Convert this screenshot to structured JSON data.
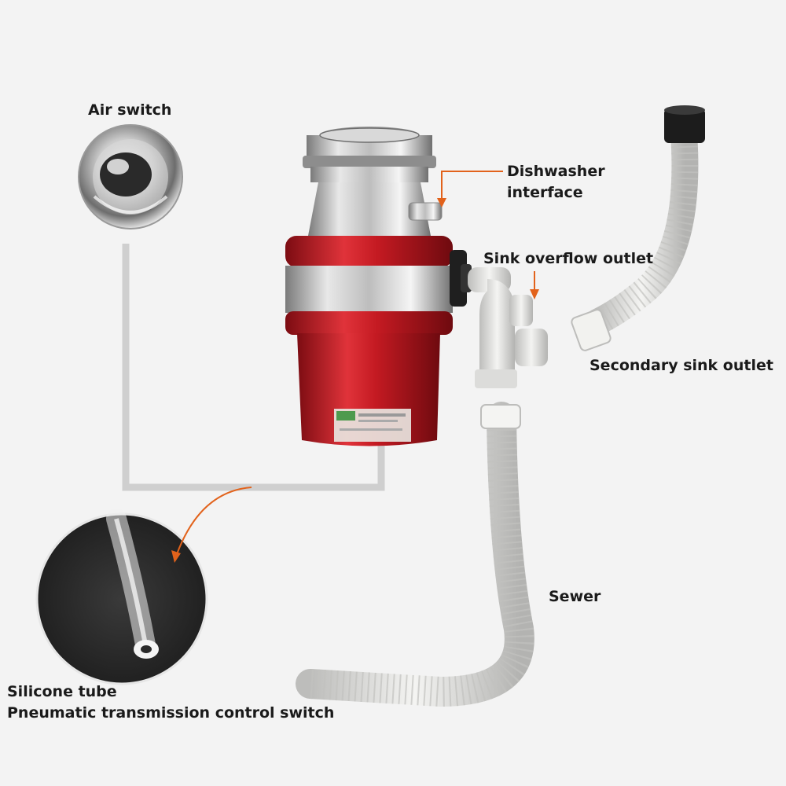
{
  "labels": {
    "air_switch": "Air switch",
    "dishwasher_line1": "Dishwasher",
    "dishwasher_line2": "interface",
    "sink_overflow": "Sink overflow outlet",
    "secondary_sink": "Secondary sink outlet",
    "sewer": "Sewer",
    "silicone_tube": "Silicone tube",
    "pneumatic": "Pneumatic transmission control switch"
  },
  "colors": {
    "background": "#f3f3f3",
    "disposer_red": "#c41a22",
    "steel": "#b9b9b9",
    "arrow": "#e2621b",
    "pipe": "#e6e6e3",
    "tube_line": "#cfcfcf"
  },
  "icons": {
    "air_switch": "air-switch-button-icon",
    "silicone_tube": "silicone-tube-closeup-icon"
  }
}
